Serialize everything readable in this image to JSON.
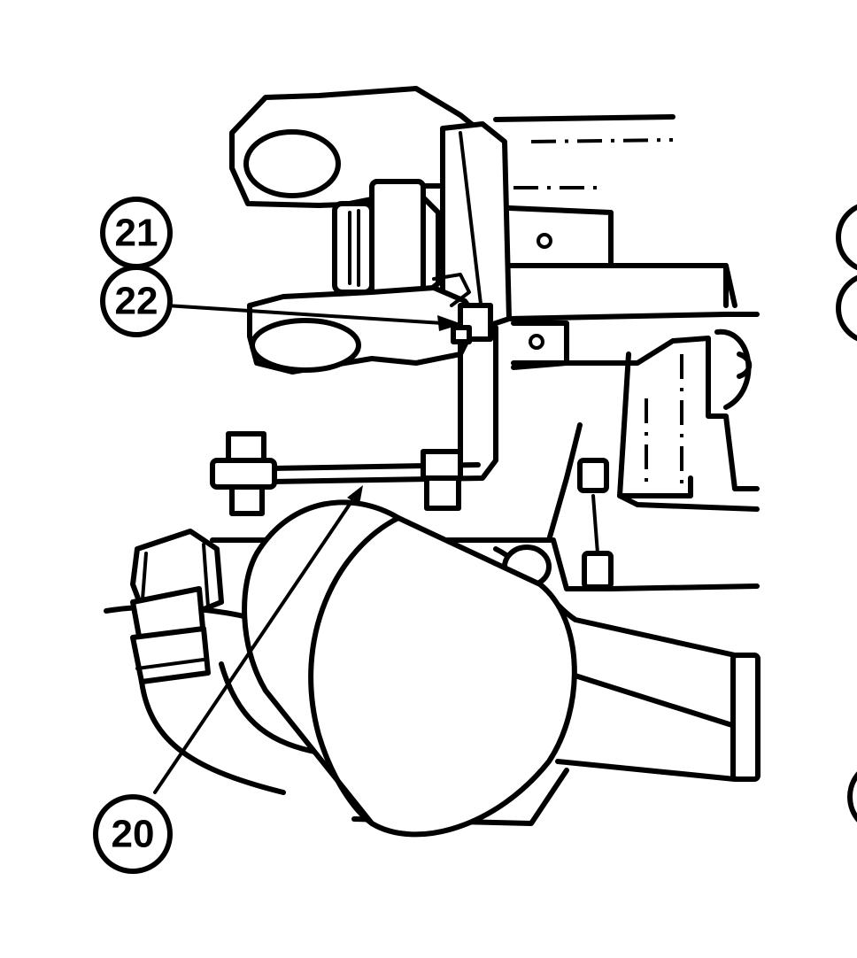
{
  "callouts": {
    "c20": "20",
    "c21": "21",
    "c22": "22"
  },
  "colors": {
    "ink": "#000000",
    "paper": "#ffffff"
  }
}
